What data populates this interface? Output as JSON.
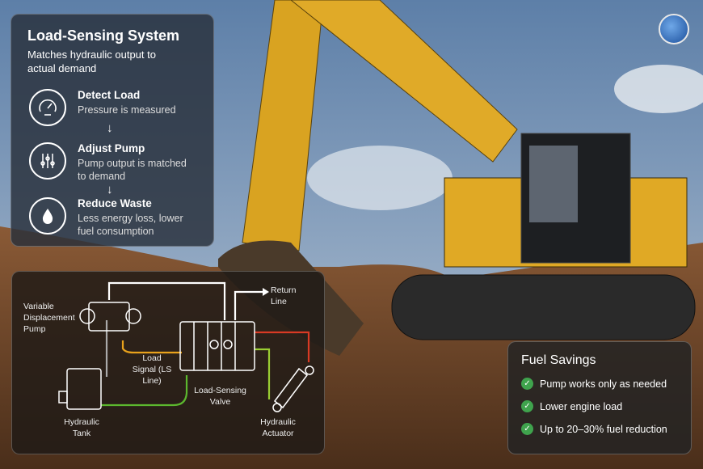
{
  "info": {
    "title": "Load-Sensing System",
    "subtitle": "Matches hydraulic output to actual demand",
    "steps": [
      {
        "icon": "gauge-icon",
        "title": "Detect Load",
        "desc": "Pressure is measured"
      },
      {
        "icon": "sliders-icon",
        "title": "Adjust Pump",
        "desc": "Pump output is matched to demand"
      },
      {
        "icon": "droplet-icon",
        "title": "Reduce Waste",
        "desc": "Less energy loss, lower fuel consumption"
      }
    ],
    "arrow": "↓"
  },
  "diagram": {
    "pump": "Variable Displacement Pump",
    "tank": "Hydraulic Tank",
    "signal": "Load Signal (LS Line)",
    "valve": "Load-Sensing Valve",
    "return": "Return Line",
    "actuator": "Hydraulic Actuator",
    "colors": {
      "signal": "#e8a21c",
      "supply": "#5cb82e",
      "pressure": "#d93a24",
      "return": "#ffffff"
    }
  },
  "fuel": {
    "title": "Fuel Savings",
    "items": [
      "Pump works only as needed",
      "Lower engine load",
      "Up to 20–30% fuel reduction"
    ],
    "check_color": "#3fa34d"
  }
}
